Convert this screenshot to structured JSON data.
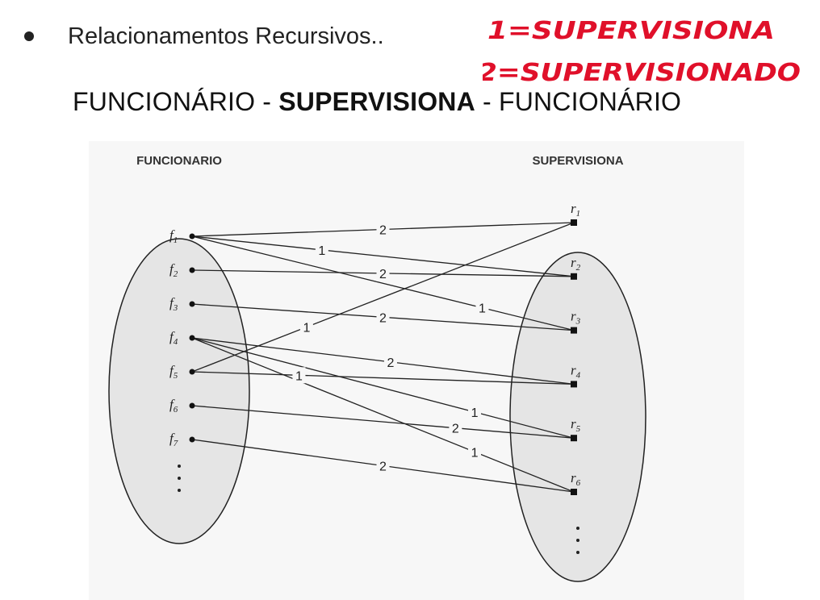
{
  "bullet": {
    "text": "Relacionamentos Recursivos.."
  },
  "subtitle": {
    "left": "FUNCIONÁRIO - ",
    "bold": "SUPERVISIONA",
    "right": " - FUNCIONÁRIO"
  },
  "annotations": [
    {
      "text": "1=SUPERVISIONA"
    },
    {
      "text": "2=SUPERVISIONADO"
    }
  ],
  "annotation_color": "#e0102a",
  "diagram": {
    "left_title": "FUNCIONARIO",
    "right_title": "SUPERVISIONA",
    "left_nodes": [
      {
        "id": "f1",
        "base": "f",
        "sub": "1"
      },
      {
        "id": "f2",
        "base": "f",
        "sub": "2"
      },
      {
        "id": "f3",
        "base": "f",
        "sub": "3"
      },
      {
        "id": "f4",
        "base": "f",
        "sub": "4"
      },
      {
        "id": "f5",
        "base": "f",
        "sub": "5"
      },
      {
        "id": "f6",
        "base": "f",
        "sub": "6"
      },
      {
        "id": "f7",
        "base": "f",
        "sub": "7"
      }
    ],
    "right_nodes": [
      {
        "id": "r1",
        "base": "r",
        "sub": "1"
      },
      {
        "id": "r2",
        "base": "r",
        "sub": "2"
      },
      {
        "id": "r3",
        "base": "r",
        "sub": "3"
      },
      {
        "id": "r4",
        "base": "r",
        "sub": "4"
      },
      {
        "id": "r5",
        "base": "r",
        "sub": "5"
      },
      {
        "id": "r6",
        "base": "r",
        "sub": "6"
      }
    ],
    "edges": [
      {
        "from": "f1",
        "to": "r1",
        "label": "2"
      },
      {
        "from": "f1",
        "to": "r2",
        "label": "1"
      },
      {
        "from": "f1",
        "to": "r3",
        "label": "1"
      },
      {
        "from": "f2",
        "to": "r2",
        "label": "2"
      },
      {
        "from": "f3",
        "to": "r3",
        "label": "2"
      },
      {
        "from": "f4",
        "to": "r4",
        "label": "2"
      },
      {
        "from": "f4",
        "to": "r5",
        "label": "1"
      },
      {
        "from": "f4",
        "to": "r6",
        "label": "1"
      },
      {
        "from": "f5",
        "to": "r1",
        "label": "1"
      },
      {
        "from": "f5",
        "to": "r4",
        "label": "1"
      },
      {
        "from": "f6",
        "to": "r5",
        "label": "2"
      },
      {
        "from": "f7",
        "to": "r6",
        "label": "2"
      }
    ]
  }
}
